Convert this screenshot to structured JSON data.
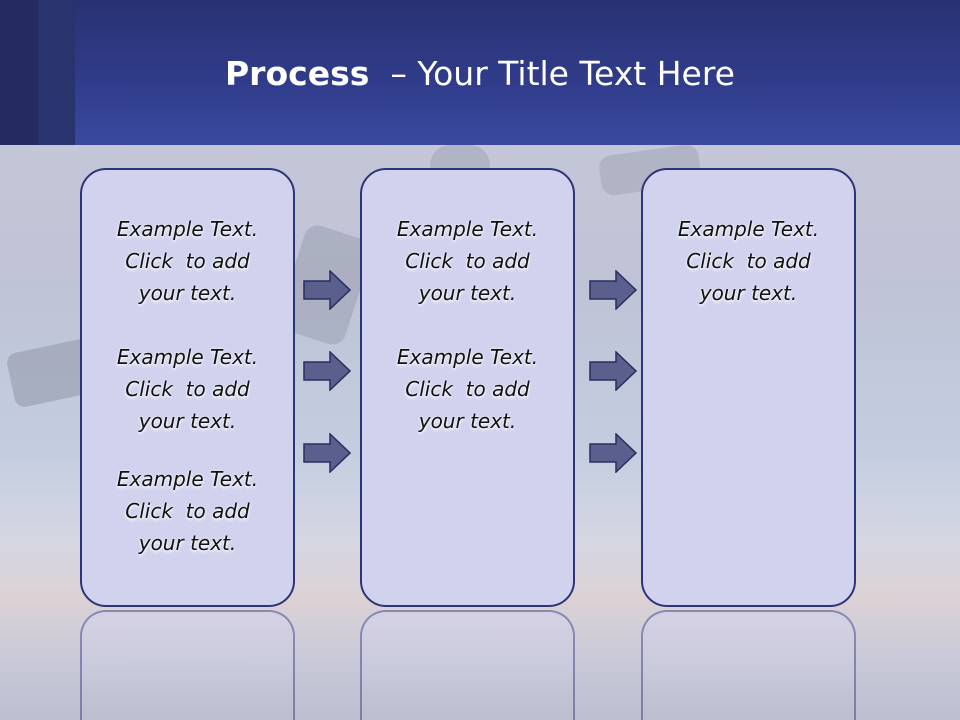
{
  "header": {
    "title_bold": "Process",
    "title_rest": "  – Your Title Text Here"
  },
  "columns": [
    {
      "blocks": [
        {
          "lines": [
            "Example Text.",
            "Click  to add",
            "your text."
          ]
        },
        {
          "lines": [
            "Example Text.",
            "Click  to add",
            "your text."
          ]
        },
        {
          "lines": [
            "Example Text.",
            "Click  to add",
            "your text."
          ]
        }
      ]
    },
    {
      "blocks": [
        {
          "lines": [
            "Example Text.",
            "Click  to add",
            "your text."
          ]
        },
        {
          "lines": [
            "Example Text.",
            "Click  to add",
            "your text."
          ]
        }
      ]
    },
    {
      "blocks": [
        {
          "lines": [
            "Example Text.",
            "Click  to add",
            "your text."
          ]
        }
      ]
    }
  ],
  "colors": {
    "header": "#303c8a",
    "box_fill": "#d0d2ee",
    "box_border": "#2e3479",
    "arrow_fill": "#5a5f8e"
  },
  "icons": {
    "arrow": "right-arrow-icon"
  }
}
